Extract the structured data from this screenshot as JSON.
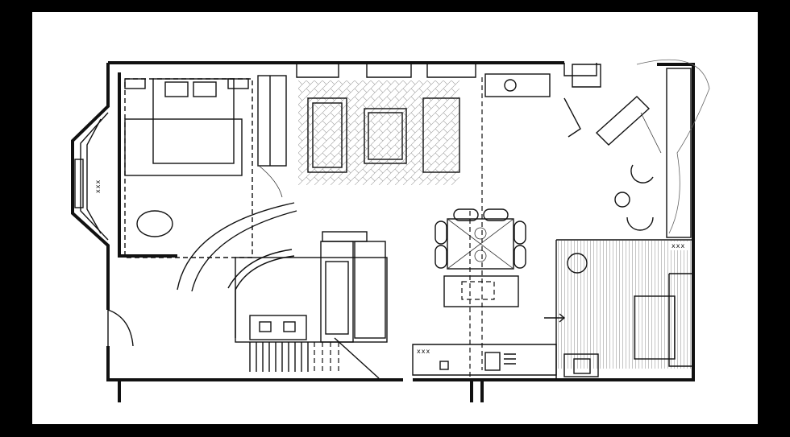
{
  "drawing": {
    "type": "architectural floor plan",
    "colors": {
      "background": "#000000",
      "paper": "#ffffff",
      "ink": "#111111"
    },
    "marks": [
      "xxx",
      "xxx",
      "xxx"
    ]
  }
}
